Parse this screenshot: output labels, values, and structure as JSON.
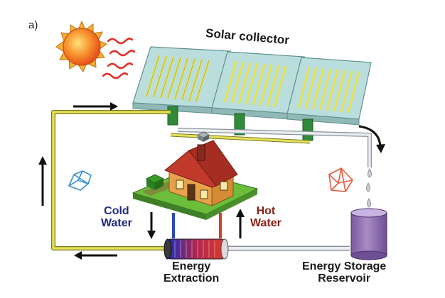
{
  "diagram": {
    "panel_label": "a)",
    "solar_collector": "Solar collector",
    "cold_water": [
      "Cold",
      "Water"
    ],
    "hot_water": [
      "Hot",
      "Water"
    ],
    "energy_extraction": [
      "Energy",
      "Extraction"
    ],
    "energy_storage": [
      "Energy Storage",
      "Reservoir"
    ]
  },
  "colors": {
    "sun": "#f2641f",
    "sun_rays": "#e0302a",
    "collector_panel": "#b9dedd",
    "collector_tube": "#e8e04a",
    "pipe_cold": "#e3e05a",
    "pipe_hot": "#d8dee4",
    "storage_tank": "#9b78b8",
    "house_wall": "#e7a34c",
    "house_roof": "#c0392b",
    "ground": "#6bbd3a",
    "molecule_cold": "#3a8fcf",
    "molecule_hot": "#e85b3c"
  }
}
